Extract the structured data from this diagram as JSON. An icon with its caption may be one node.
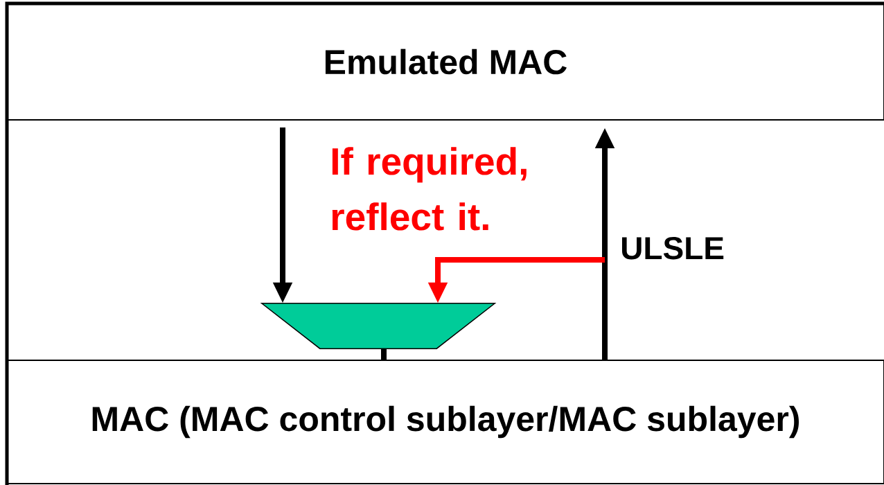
{
  "diagram": {
    "nodes": [
      {
        "text": [
          "Emulated MAC"
        ]
      },
      {
        "text": [
          "MAC (MAC control sublayer/MAC sublayer)"
        ]
      },
      {
        "text": [],
        "shape": "trapezoid"
      }
    ],
    "edges": [
      {
        "from": 0,
        "to": 2,
        "arrow": "to"
      },
      {
        "from": 1,
        "to": 0,
        "arrow": "to",
        "label": "ULSLE"
      },
      {
        "from": null,
        "to": 2,
        "arrow": "to",
        "color": "#ff0000"
      },
      {
        "from": 2,
        "to": 1,
        "arrow": "none"
      }
    ],
    "labels": [
      "If required, reflect it."
    ]
  }
}
